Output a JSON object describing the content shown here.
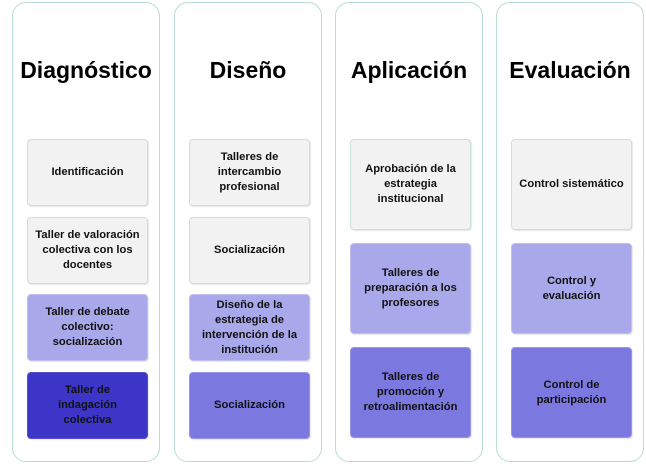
{
  "columns": [
    {
      "title": "Diagnóstico",
      "items": [
        {
          "text": "Identificación",
          "level": 0
        },
        {
          "text": "Taller de valoración colectiva con los docentes",
          "level": 0
        },
        {
          "text": "Taller de debate colectivo: socialización",
          "level": 1
        },
        {
          "text": "Taller de indagación colectiva",
          "level": 3
        }
      ]
    },
    {
      "title": "Diseño",
      "items": [
        {
          "text": "Talleres de intercambio profesional",
          "level": 0
        },
        {
          "text": "Socialización",
          "level": 0
        },
        {
          "text": "Diseño de la estrategia de intervención de la institución",
          "level": 1
        },
        {
          "text": "Socialización",
          "level": 2
        }
      ]
    },
    {
      "title": "Aplicación",
      "items": [
        {
          "text": "Aprobación de la estrategia institucional",
          "level": 0
        },
        {
          "text": "Talleres de preparación a los profesores",
          "level": 1
        },
        {
          "text": "Talleres de promoción y retroalimentación",
          "level": 2
        }
      ]
    },
    {
      "title": "Evaluación",
      "items": [
        {
          "text": "Control sistemático",
          "level": 0
        },
        {
          "text": "Control y evaluación",
          "level": 1
        },
        {
          "text": "Control de participación",
          "level": 2
        }
      ]
    }
  ]
}
